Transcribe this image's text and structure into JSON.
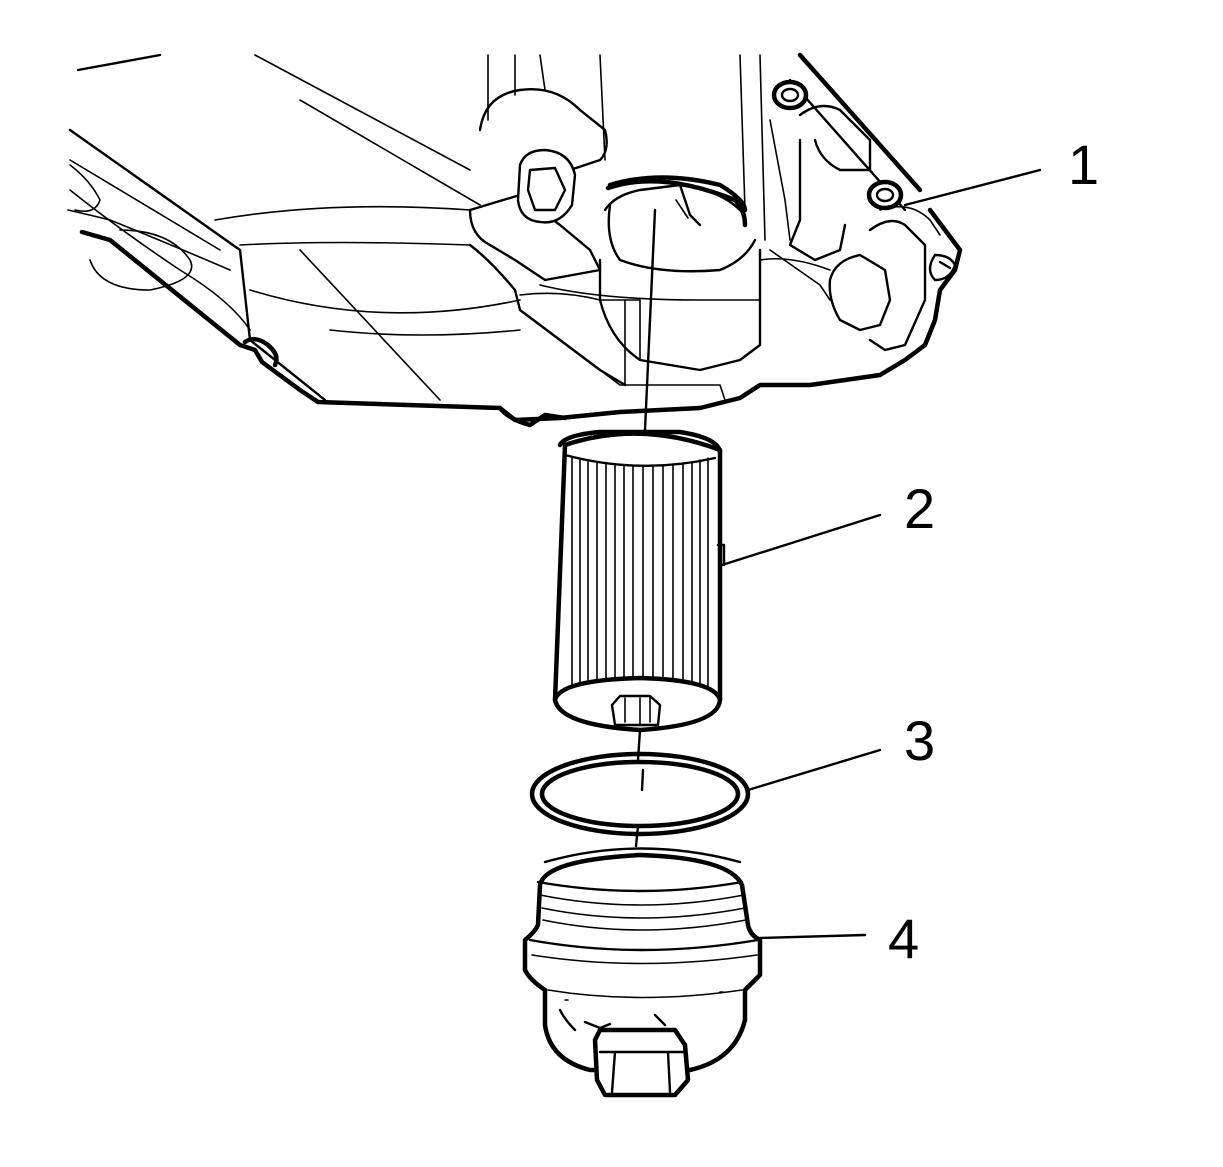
{
  "callouts": [
    {
      "label": "1"
    },
    {
      "label": "2"
    },
    {
      "label": "3"
    },
    {
      "label": "4"
    }
  ],
  "colors": {
    "line": "#000000",
    "background": "#ffffff"
  }
}
